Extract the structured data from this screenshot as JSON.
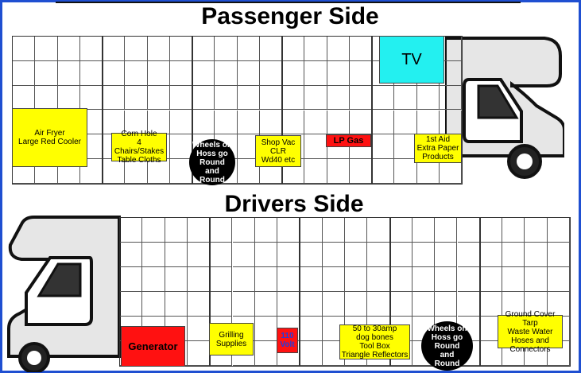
{
  "titles": {
    "passenger": "Passenger Side",
    "drivers": "Drivers Side"
  },
  "passenger_labels": {
    "air_fryer": "Air Fryer\nLarge Red Cooler",
    "corn_hole": "Corn Hole\n4 Chairs/Stakes\nTable Cloths",
    "wheels": "Wheels on\nHoss go\nRound\nand\nRound",
    "shop_vac": "Shop Vac\nCLR\nWd40 etc",
    "lp_gas": "LP Gas",
    "first_aid": "1st Aid\nExtra Paper\nProducts",
    "tv": "TV"
  },
  "driver_labels": {
    "generator": "Generator",
    "grilling": "Grilling\nSupplies",
    "volt": "110\nVolt",
    "dog_bones": "50 to 30amp\ndog bones\nTool Box\nTriangle Reflectors",
    "wheels": "Wheels on\nHoss go\nRound\nand\nRound",
    "ground_cover": "Ground Cover Tarp\nWaste Water\nHoses and\nConnectors"
  },
  "colors": {
    "border": "#1f4fd1",
    "yellow": "#ffff00",
    "red": "#ff1111",
    "cyan": "#23f0f0",
    "volt_text": "#1f3ee0"
  },
  "icons": {
    "passenger_rv_cab": "rv-cab-right-icon",
    "drivers_rv_cab": "rv-cab-left-icon"
  }
}
